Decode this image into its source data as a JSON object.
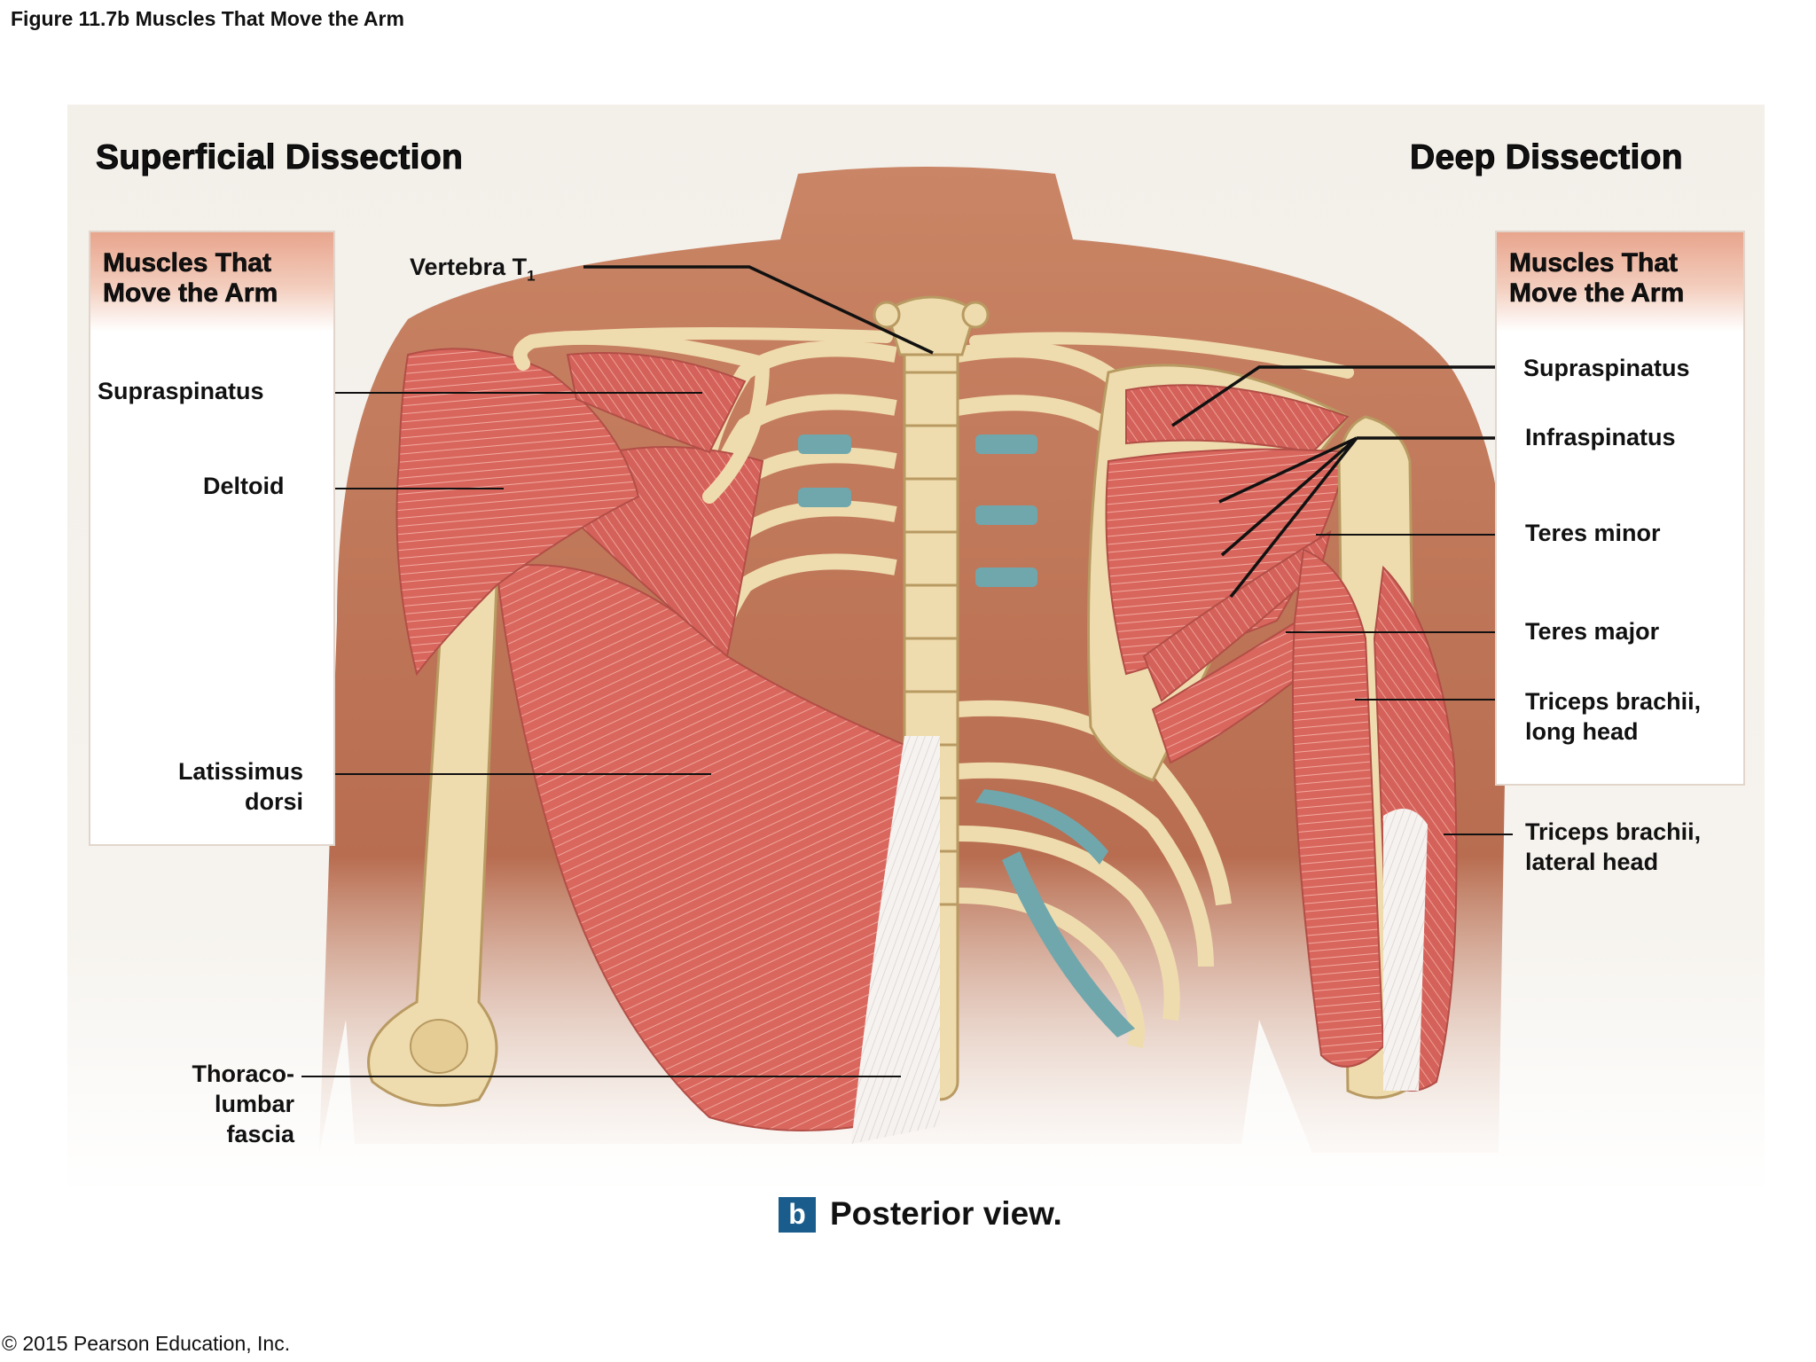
{
  "figure_caption": "Figure 11.7b Muscles That Move the Arm",
  "copyright": "© 2015 Pearson Education, Inc.",
  "panels": {
    "left_title": "Superficial Dissection",
    "right_title": "Deep Dissection"
  },
  "box_title_line1": "Muscles That",
  "box_title_line2": "Move the Arm",
  "labels": {
    "vertebra": "Vertebra T",
    "vertebra_sub": "1",
    "supraspinatus_left": "Supraspinatus",
    "deltoid": "Deltoid",
    "latissimus_1": "Latissimus",
    "latissimus_2": "dorsi",
    "thoraco_1": "Thoraco-",
    "thoraco_2": "lumbar",
    "thoraco_3": "fascia",
    "supraspinatus_right": "Supraspinatus",
    "infraspinatus": "Infraspinatus",
    "teres_minor": "Teres minor",
    "teres_major": "Teres major",
    "triceps_long_1": "Triceps brachii,",
    "triceps_long_2": "long head",
    "triceps_lateral_1": "Triceps brachii,",
    "triceps_lateral_2": "lateral head"
  },
  "view_badge": "b",
  "view_caption": "Posterior view.",
  "colors": {
    "muscle": "#d9675e",
    "muscle_light": "#e8938a",
    "bone": "#efdcae",
    "bone_edge": "#b89a62",
    "cartilage": "#6fa7ad",
    "skin": "#c07a5c",
    "fascia": "#f4f1ee",
    "badge": "#1a5d8c"
  }
}
